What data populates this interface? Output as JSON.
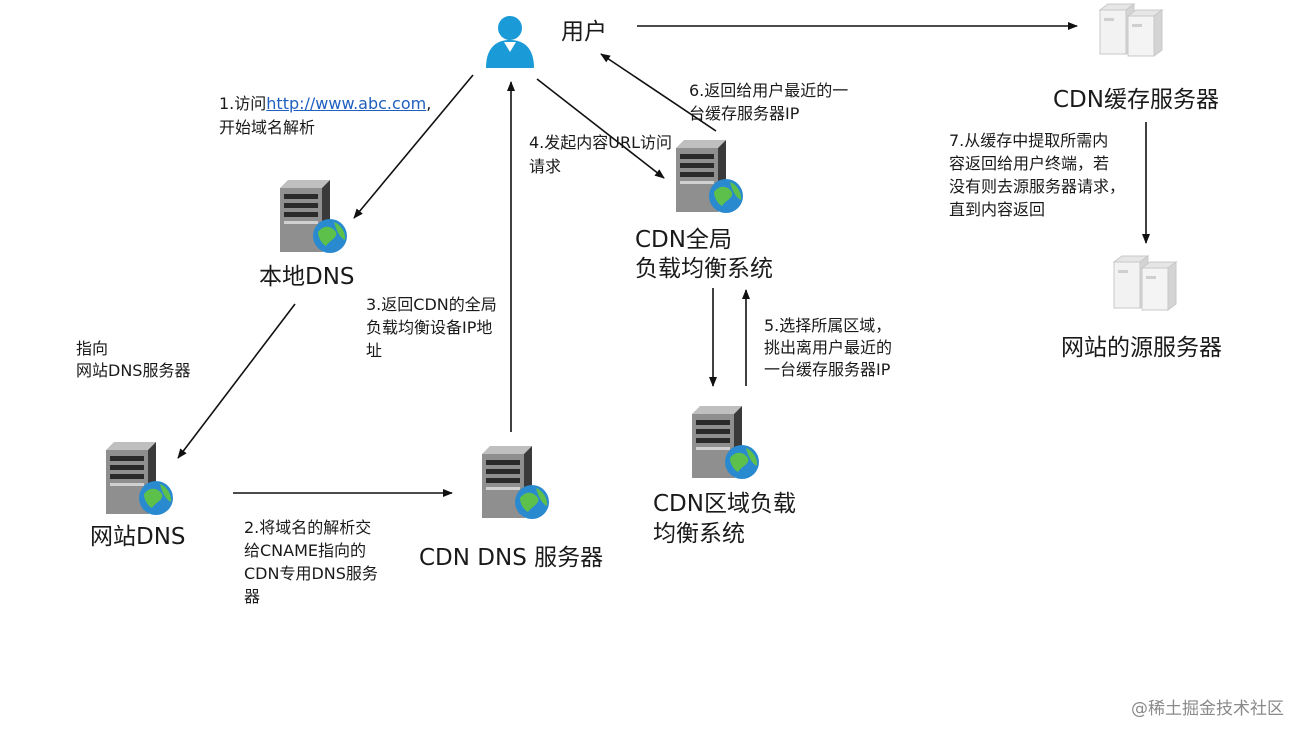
{
  "nodes": {
    "user": "用户",
    "local_dns": "本地DNS",
    "site_dns": "网站DNS",
    "cdn_dns": "CDN DNS 服务器",
    "cdn_global_l1": "CDN全局",
    "cdn_global_l2": "负载均衡系统",
    "cdn_region_l1": "CDN区域负载",
    "cdn_region_l2": "均衡系统",
    "cdn_cache": "CDN缓存服务器",
    "origin": "网站的源服务器"
  },
  "steps": {
    "s1_prefix": "1.访问",
    "s1_link": "http://www.abc.com",
    "s1_suffix": ",",
    "s1_l2": "开始域名解析",
    "redirect_l1": "指向",
    "redirect_l2": "网站DNS服务器",
    "s2_l1": "2.将域名的解析交",
    "s2_l2": "给CNAME指向的",
    "s2_l3": "CDN专用DNS服务",
    "s2_l4": "器",
    "s3_l1": "3.返回CDN的全局",
    "s3_l2": "负载均衡设备IP地",
    "s3_l3": "址",
    "s4_l1": "4.发起内容URL访问",
    "s4_l2": "请求",
    "s5_l1": "5.选择所属区域，",
    "s5_l2": "挑出离用户最近的",
    "s5_l3": "一台缓存服务器IP",
    "s6_l1": "6.返回给用户最近的一",
    "s6_l2": "台缓存服务器IP",
    "s7_l1": "7.从缓存中提取所需内",
    "s7_l2": "容返回给用户终端，若",
    "s7_l3": "没有则去源服务器请求，",
    "s7_l4": "直到内容返回"
  },
  "watermark": "@稀土掘金技术社区",
  "colors": {
    "arrow": "#111111",
    "link": "#1f5fbf",
    "user_icon": "#1a9ad6",
    "globe": "#2a8ad0"
  }
}
